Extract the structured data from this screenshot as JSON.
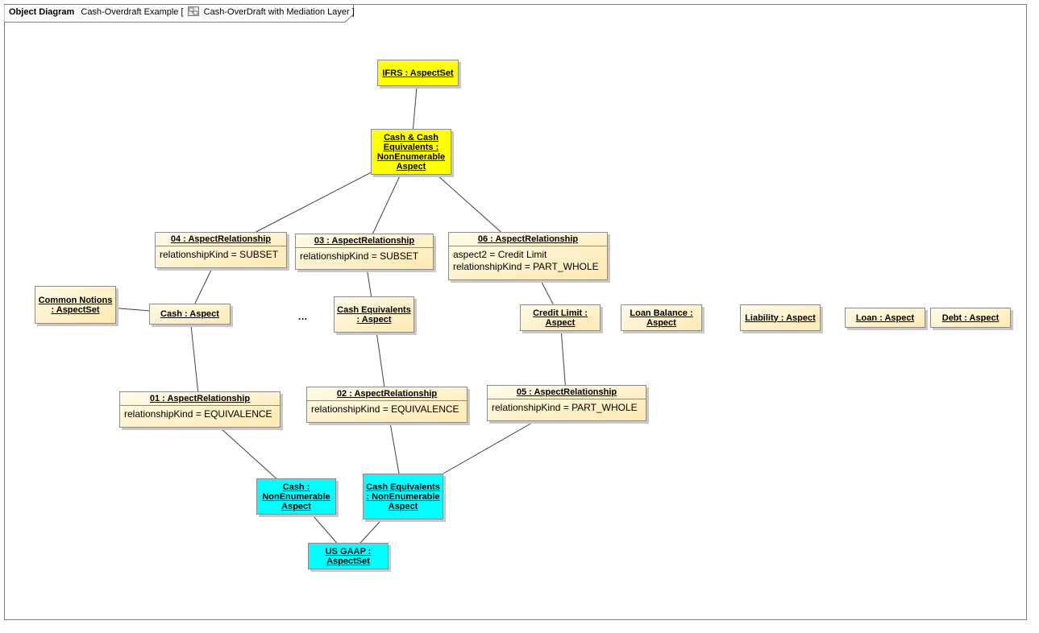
{
  "diagram": {
    "kind": "Object Diagram",
    "name": "Cash-Overdraft Example",
    "bracket_open": "[",
    "subtitle": "Cash-OverDraft with Mediation Layer",
    "bracket_close": "]"
  },
  "ellipsis": "...",
  "nodes": {
    "ifrs": {
      "label": "IFRS : AspectSet",
      "color": "#ffff00"
    },
    "cce": {
      "label": "Cash & Cash Equivalents : NonEnumerable Aspect",
      "color": "#ffff00"
    },
    "rel04": {
      "label": "04 : AspectRelationship",
      "attrs": [
        "relationshipKind = SUBSET"
      ]
    },
    "rel03": {
      "label": "03 : AspectRelationship",
      "attrs": [
        "relationshipKind = SUBSET"
      ]
    },
    "rel06": {
      "label": "06 : AspectRelationship",
      "attrs": [
        "aspect2 = Credit Limit",
        "relationshipKind = PART_WHOLE"
      ]
    },
    "common": {
      "label": "Common Notions : AspectSet"
    },
    "cash": {
      "label": "Cash : Aspect"
    },
    "cash_eq": {
      "label": "Cash Equivalents : Aspect"
    },
    "credit": {
      "label": "Credit Limit : Aspect"
    },
    "loanbal": {
      "label": "Loan Balance : Aspect"
    },
    "liability": {
      "label": "Liability : Aspect"
    },
    "loan": {
      "label": "Loan : Aspect"
    },
    "debt": {
      "label": "Debt : Aspect"
    },
    "rel01": {
      "label": "01 : AspectRelationship",
      "attrs": [
        "relationshipKind = EQUIVALENCE"
      ]
    },
    "rel02": {
      "label": "02 : AspectRelationship",
      "attrs": [
        "relationshipKind = EQUIVALENCE"
      ]
    },
    "rel05": {
      "label": "05 : AspectRelationship",
      "attrs": [
        "relationshipKind = PART_WHOLE"
      ]
    },
    "usgaap_cash": {
      "label": "Cash : NonEnumerable Aspect",
      "color": "#00ffff"
    },
    "usgaap_cash_eq": {
      "label": "Cash Equivalents : NonEnumerable Aspect",
      "color": "#00ffff"
    },
    "usgaap": {
      "label": "US GAAP : AspectSet",
      "color": "#00ffff"
    }
  },
  "edges": [
    [
      "ifrs",
      "cce"
    ],
    [
      "cce",
      "rel04"
    ],
    [
      "cce",
      "rel03"
    ],
    [
      "cce",
      "rel06"
    ],
    [
      "rel04",
      "cash"
    ],
    [
      "common",
      "cash"
    ],
    [
      "rel03",
      "cash_eq"
    ],
    [
      "rel06",
      "credit"
    ],
    [
      "cash",
      "rel01"
    ],
    [
      "cash_eq",
      "rel02"
    ],
    [
      "credit",
      "rel05"
    ],
    [
      "rel01",
      "usgaap_cash"
    ],
    [
      "rel02",
      "usgaap_cash_eq"
    ],
    [
      "rel05",
      "usgaap_cash_eq"
    ],
    [
      "usgaap_cash",
      "usgaap"
    ],
    [
      "usgaap_cash_eq",
      "usgaap"
    ]
  ],
  "colors": {
    "frame": "#7f7f7f",
    "edge": "#404040",
    "beige_fill": "#fde9b3",
    "yellow_fill": "#ffff00",
    "cyan_fill": "#00ffff"
  }
}
